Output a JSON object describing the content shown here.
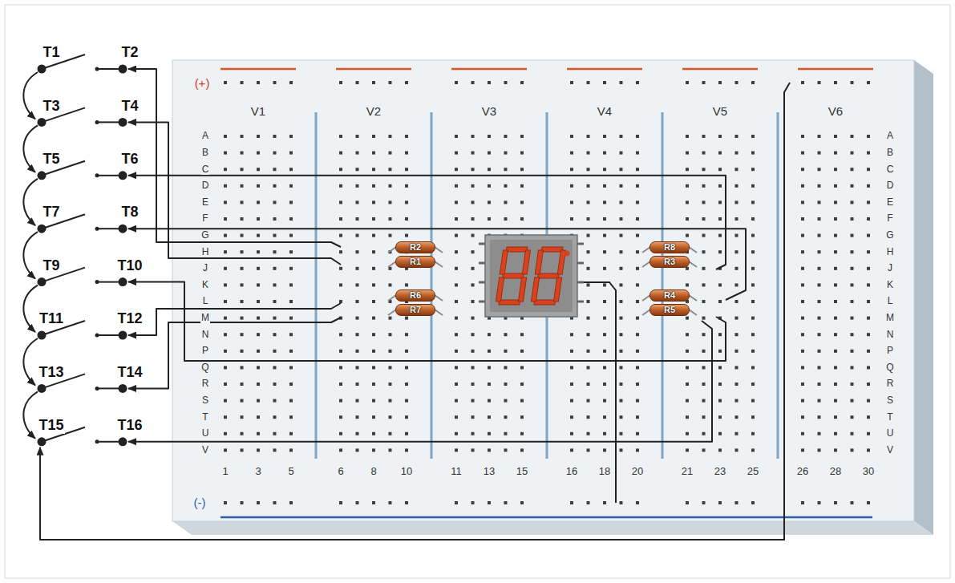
{
  "diagram": {
    "nodes": [
      {
        "text": [
          "R2"
        ]
      },
      {
        "text": [
          "R8"
        ]
      },
      {
        "text": [
          "R1"
        ]
      },
      {
        "text": [
          "R3"
        ]
      },
      {
        "text": [
          "R6"
        ]
      },
      {
        "text": [
          "R4"
        ]
      },
      {
        "text": [
          "R7"
        ]
      },
      {
        "text": [
          "R5"
        ]
      }
    ],
    "labels": [
      "T1",
      "T2",
      "T3",
      "T4",
      "T5",
      "T6",
      "T7",
      "T8",
      "T9",
      "T10",
      "T11",
      "T12",
      "T13",
      "T14",
      "T15",
      "T16",
      "(+)",
      "V1",
      "V2",
      "V3",
      "V4",
      "V5",
      "V6",
      "A",
      "B",
      "C",
      "D",
      "E",
      "F",
      "G",
      "H",
      "J",
      "K",
      "L",
      "M",
      "N",
      "P",
      "Q",
      "R",
      "S",
      "T",
      "U",
      "V",
      "A",
      "B",
      "C",
      "D",
      "E",
      "F",
      "G",
      "H",
      "J",
      "K",
      "L",
      "M",
      "N",
      "P",
      "Q",
      "R",
      "S",
      "T",
      "U",
      "V",
      "1",
      "3",
      "5",
      "6",
      "8",
      "10",
      "11",
      "13",
      "15",
      "16",
      "18",
      "20",
      "21",
      "23",
      "25",
      "26",
      "28",
      "30",
      "(-)"
    ]
  }
}
